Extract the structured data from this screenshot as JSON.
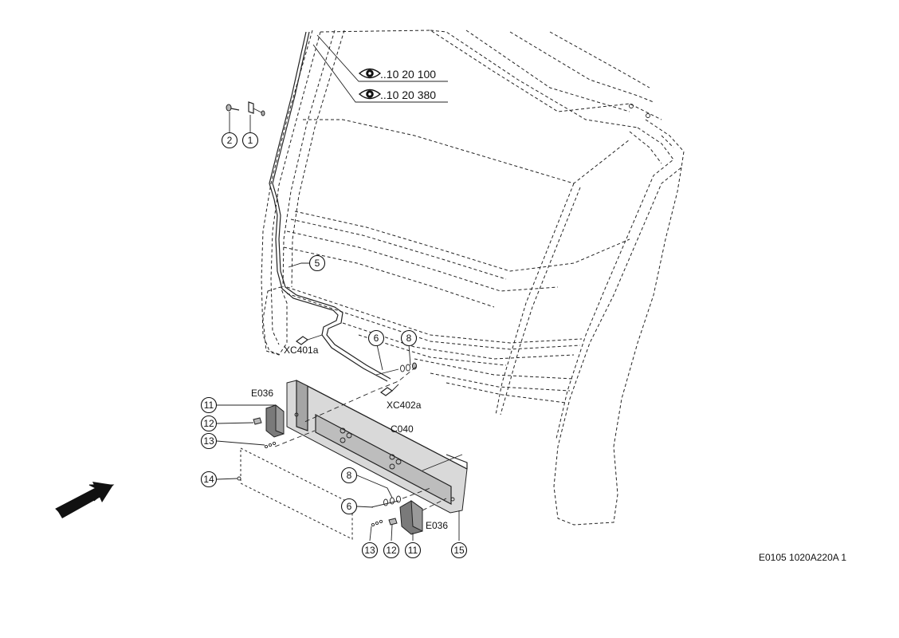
{
  "diagram": {
    "callouts": [
      "1",
      "2",
      "5",
      "6",
      "8",
      "11",
      "12",
      "13",
      "14",
      "6",
      "8",
      "15",
      "11",
      "12",
      "13"
    ],
    "references": [
      "..10 20 100",
      "..10 20 380"
    ],
    "labels": {
      "xc401a": "XC401a",
      "xc402a": "XC402a",
      "e036_top": "E036",
      "e036_bottom": "E036",
      "c040": "C040"
    },
    "drawing_code": "E0105 1020A220A 1",
    "icons": [
      "eye-icon",
      "arrow-icon"
    ]
  }
}
